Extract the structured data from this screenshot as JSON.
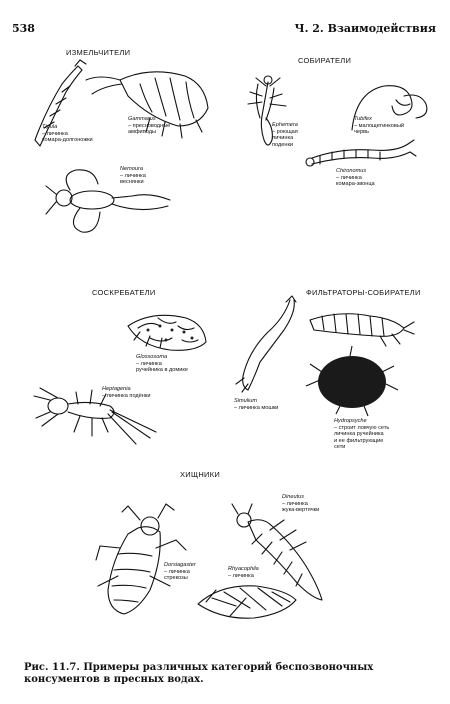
{
  "header": {
    "page_number": "538",
    "chapter": "Ч. 2. Взаимодействия"
  },
  "sections": {
    "shredders": "ИЗМЕЛЬЧИТЕЛИ",
    "collectors": "СОБИРАТЕЛИ",
    "scrapers": "СОСКРЕБАТЕЛИ",
    "filter_collectors": "ФИЛЬТРАТОРЫ-СОБИРАТЕЛИ",
    "predators": "ХИЩНИКИ"
  },
  "labels": {
    "tipula": {
      "name": "Tipula",
      "desc": "– личинка\nкомара-долгоножки"
    },
    "gammarus": {
      "name": "Gammarus",
      "desc": "– пресноводные\nамфиподы"
    },
    "nemoura": {
      "name": "Nemoura",
      "desc": "– личинка\nвеснянки"
    },
    "ephemera": {
      "name": "Ephemera",
      "desc": "– роющая\nличинка\nподенки"
    },
    "tubifex": {
      "name": "Tubifex",
      "desc": "– малощетинковый\nчервь"
    },
    "chironomus": {
      "name": "Chironomus",
      "desc": "– личинка\nкомара-звонца"
    },
    "glossosoma": {
      "name": "Glossosoma",
      "desc": "– личинка\nручейника в домике"
    },
    "heptagenia": {
      "name": "Heptagenia",
      "desc": "– личинка подёнки"
    },
    "simulium": {
      "name": "Simulium",
      "desc": "– личинка мошки"
    },
    "hydropsyche": {
      "name": "Hydropsyche",
      "desc": "– строит ловчую сеть\nличинка ручейника\nи ее фильтрующие\nсети"
    },
    "dineutus": {
      "name": "Dineutus",
      "desc": "– личинка\nжука-вертячки"
    },
    "dorsiagaster": {
      "name": "Dorsiagaster",
      "desc": "– личинка\nстрекозы"
    },
    "rhyacophila": {
      "name": "Rhyacophila",
      "desc": "– личинка"
    }
  },
  "caption": {
    "lead": "Рис. 11.7.",
    "text": "Примеры различных категорий беспозвоночных консументов в пресных водах."
  }
}
